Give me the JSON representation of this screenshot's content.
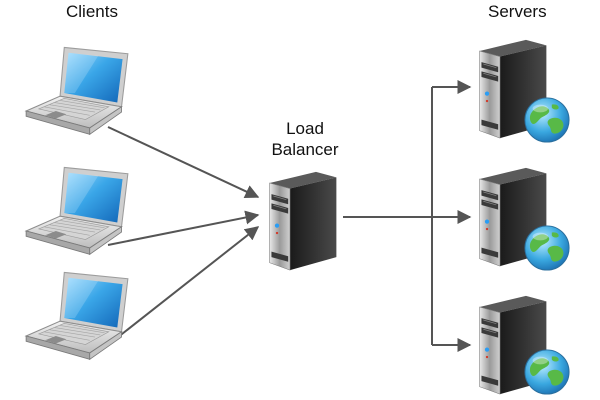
{
  "labels": {
    "clients": "Clients",
    "servers": "Servers",
    "load_balancer_line1": "Load",
    "load_balancer_line2": "Balancer"
  },
  "colors": {
    "arrow": "#555555",
    "laptop_screen": "#3aa6e8",
    "laptop_body": "#d9d9d9",
    "server_body": "#2a2a2a",
    "globe_land": "#58b947",
    "globe_water": "#3aa8e0"
  },
  "icons": {
    "client": "laptop-icon",
    "load_balancer": "server-tower-icon",
    "server": "server-tower-icon",
    "server_badge": "globe-icon"
  }
}
